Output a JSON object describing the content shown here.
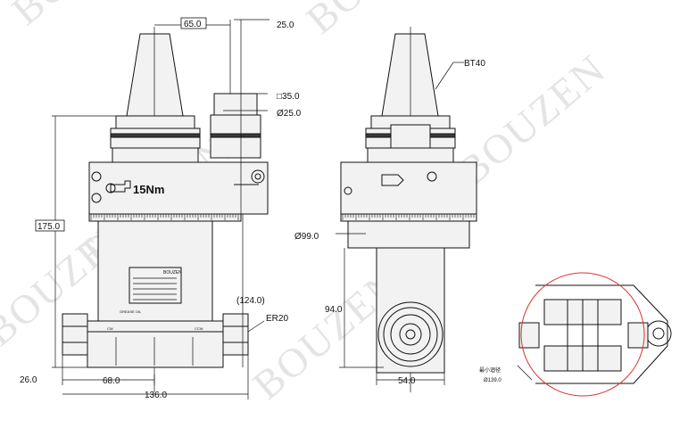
{
  "watermark": "BOUZEN",
  "dims": {
    "d65": "65.0",
    "d25": "25.0",
    "sq35": "□35.0",
    "dia25": "Ø25.0",
    "d175": "175.0",
    "d124": "(124.0)",
    "er20": "ER20",
    "d26": "26.0",
    "d68": "68.0",
    "d136": "136.0",
    "bt40": "BT40",
    "dia99": "Ø99.0",
    "d94": "94.0",
    "d54": "54.0"
  },
  "torque_label": "15Nm",
  "min_diameter_label": "最小迴径",
  "min_diameter_value": "Ø139.0",
  "plate_text": "BOUZEN",
  "cw_label": "CW",
  "ccw_label": "CCW",
  "grease_label": "GREASE OIL",
  "colors": {
    "line": "#111111",
    "circle": "#d9332b",
    "watermark": "#e4e4e4"
  }
}
